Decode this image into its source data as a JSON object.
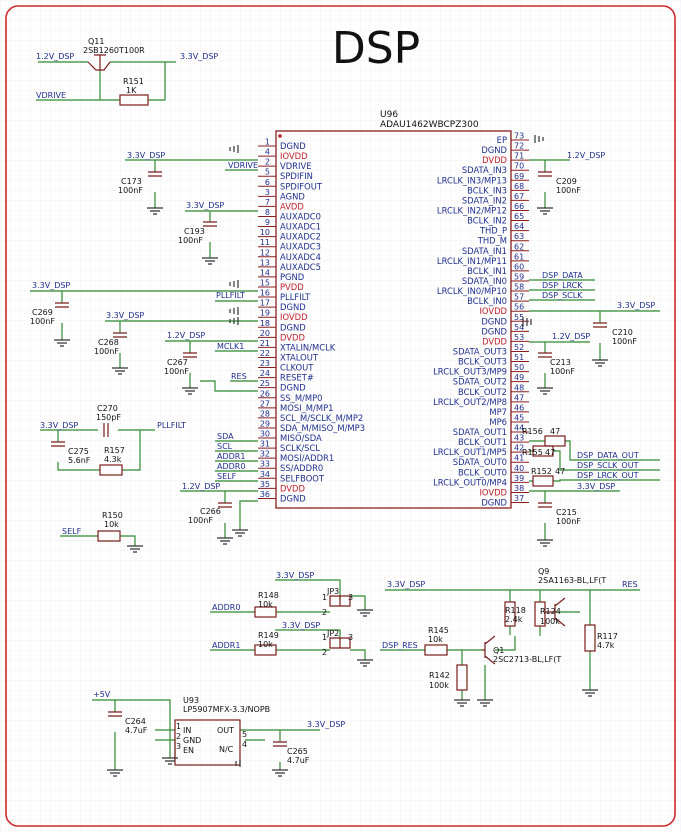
{
  "title": "DSP",
  "colors": {
    "background": "#ffffff",
    "grid": "#e3e3ea",
    "frame": "#cc2a2a",
    "wire": "#2f8a2f",
    "body": "#8a1e1e",
    "pin_text": "#1f2f8f",
    "power_pin_text": "#c0202a",
    "pin_number": "#1f2f8f",
    "label": "#1f2f8f",
    "comp_text": "#111111"
  },
  "u96": {
    "ref": "U96",
    "part": "ADAU1462WBCPZ300",
    "left_pins": [
      {
        "num": "1",
        "name": "DGND",
        "type": "io"
      },
      {
        "num": "4",
        "name": "IOVDD",
        "type": "power"
      },
      {
        "num": "2",
        "name": "VDRIVE",
        "type": "io"
      },
      {
        "num": "5",
        "name": "SPDIFIN",
        "type": "io"
      },
      {
        "num": "6",
        "name": "SPDIFOUT",
        "type": "io"
      },
      {
        "num": "3",
        "name": "AGND",
        "type": "io"
      },
      {
        "num": "7",
        "name": "AVDD",
        "type": "power"
      },
      {
        "num": "8",
        "name": "AUXADC0",
        "type": "io"
      },
      {
        "num": "9",
        "name": "AUXADC1",
        "type": "io"
      },
      {
        "num": "10",
        "name": "AUXADC2",
        "type": "io"
      },
      {
        "num": "11",
        "name": "AUXADC3",
        "type": "io"
      },
      {
        "num": "12",
        "name": "AUXADC4",
        "type": "io"
      },
      {
        "num": "13",
        "name": "AUXADC5",
        "type": "io"
      },
      {
        "num": "14",
        "name": "PGND",
        "type": "io"
      },
      {
        "num": "15",
        "name": "PVDD",
        "type": "power"
      },
      {
        "num": "16",
        "name": "PLLFILT",
        "type": "io"
      },
      {
        "num": "17",
        "name": "DGND",
        "type": "io"
      },
      {
        "num": "19",
        "name": "IOVDD",
        "type": "power"
      },
      {
        "num": "18",
        "name": "DGND",
        "type": "io"
      },
      {
        "num": "20",
        "name": "DVDD",
        "type": "power"
      },
      {
        "num": "21",
        "name": "XTALIN/MCLK",
        "type": "io"
      },
      {
        "num": "22",
        "name": "XTALOUT",
        "type": "io"
      },
      {
        "num": "23",
        "name": "CLKOUT",
        "type": "io"
      },
      {
        "num": "24",
        "name": "RESET#",
        "type": "io"
      },
      {
        "num": "25",
        "name": "DGND",
        "type": "io"
      },
      {
        "num": "26",
        "name": "SS_M/MP0",
        "type": "io"
      },
      {
        "num": "27",
        "name": "MOSI_M/MP1",
        "type": "io"
      },
      {
        "num": "28",
        "name": "SCL_M/SCLK_M/MP2",
        "type": "io"
      },
      {
        "num": "29",
        "name": "SDA_M/MISO_M/MP3",
        "type": "io"
      },
      {
        "num": "30",
        "name": "MISO/SDA",
        "type": "io"
      },
      {
        "num": "31",
        "name": "SCLK/SCL",
        "type": "io"
      },
      {
        "num": "32",
        "name": "MOSI/ADDR1",
        "type": "io"
      },
      {
        "num": "33",
        "name": "SS/ADDR0",
        "type": "io"
      },
      {
        "num": "34",
        "name": "SELFBOOT",
        "type": "io"
      },
      {
        "num": "35",
        "name": "DVDD",
        "type": "power"
      },
      {
        "num": "36",
        "name": "DGND",
        "type": "io"
      }
    ],
    "right_pins": [
      {
        "num": "73",
        "name": "EP",
        "type": "io"
      },
      {
        "num": "72",
        "name": "DGND",
        "type": "io"
      },
      {
        "num": "71",
        "name": "DVDD",
        "type": "power"
      },
      {
        "num": "70",
        "name": "SDATA_IN3",
        "type": "io"
      },
      {
        "num": "69",
        "name": "LRCLK_IN3/MP13",
        "type": "io"
      },
      {
        "num": "68",
        "name": "BCLK_IN3",
        "type": "io"
      },
      {
        "num": "67",
        "name": "SDATA_IN2",
        "type": "io"
      },
      {
        "num": "66",
        "name": "LRCLK_IN2/MP12",
        "type": "io"
      },
      {
        "num": "65",
        "name": "BCLK_IN2",
        "type": "io"
      },
      {
        "num": "64",
        "name": "THD_P",
        "type": "io"
      },
      {
        "num": "63",
        "name": "THD_M",
        "type": "io"
      },
      {
        "num": "62",
        "name": "SDATA_IN1",
        "type": "io"
      },
      {
        "num": "61",
        "name": "LRCLK_IN1/MP11",
        "type": "io"
      },
      {
        "num": "60",
        "name": "BCLK_IN1",
        "type": "io"
      },
      {
        "num": "59",
        "name": "SDATA_IN0",
        "type": "io"
      },
      {
        "num": "58",
        "name": "LRCLK_IN0/MP10",
        "type": "io"
      },
      {
        "num": "57",
        "name": "BCLK_IN0",
        "type": "io"
      },
      {
        "num": "56",
        "name": "IOVDD",
        "type": "power"
      },
      {
        "num": "55",
        "name": "DGND",
        "type": "io"
      },
      {
        "num": "54",
        "name": "DGND",
        "type": "io"
      },
      {
        "num": "53",
        "name": "DVDD",
        "type": "power"
      },
      {
        "num": "52",
        "name": "SDATA_OUT3",
        "type": "io"
      },
      {
        "num": "51",
        "name": "BCLK_OUT3",
        "type": "io"
      },
      {
        "num": "50",
        "name": "LRCLK_OUT3/MP9",
        "type": "io"
      },
      {
        "num": "49",
        "name": "SDATA_OUT2",
        "type": "io"
      },
      {
        "num": "48",
        "name": "BCLK_OUT2",
        "type": "io"
      },
      {
        "num": "47",
        "name": "LRCLK_OUT2/MP8",
        "type": "io"
      },
      {
        "num": "46",
        "name": "MP7",
        "type": "io"
      },
      {
        "num": "45",
        "name": "MP6",
        "type": "io"
      },
      {
        "num": "44",
        "name": "SDATA_OUT1",
        "type": "io"
      },
      {
        "num": "43",
        "name": "BCLK_OUT1",
        "type": "io"
      },
      {
        "num": "42",
        "name": "LRCLK_OUT1/MP5",
        "type": "io"
      },
      {
        "num": "41",
        "name": "SDATA_OUT0",
        "type": "io"
      },
      {
        "num": "40",
        "name": "BCLK_OUT0",
        "type": "io"
      },
      {
        "num": "39",
        "name": "LRCLK_OUT0/MP4",
        "type": "io"
      },
      {
        "num": "38",
        "name": "IOVDD",
        "type": "power"
      },
      {
        "num": "37",
        "name": "DGND",
        "type": "io"
      }
    ]
  },
  "parts": {
    "q11_ref": "Q11",
    "q11_part": "2SB1260T100R",
    "r151_ref": "R151",
    "r151_val": "1K",
    "c173_ref": "C173",
    "c173_val": "100nF",
    "c193_ref": "C193",
    "c193_val": "100nF",
    "c269_ref": "C269",
    "c269_val": "100nF",
    "c268_ref": "C268",
    "c268_val": "100nF",
    "c267_ref": "C267",
    "c267_val": "100nF",
    "c270_ref": "C270",
    "c270_val": "150pF",
    "c275_ref": "C275",
    "c275_val": "5.6nF",
    "r157_ref": "R157",
    "r157_val": "4.3k",
    "c266_ref": "C266",
    "c266_val": "100nF",
    "r150_ref": "R150",
    "r150_val": "10k",
    "c209_ref": "C209",
    "c209_val": "100nF",
    "c210_ref": "C210",
    "c210_val": "100nF",
    "c213_ref": "C213",
    "c213_val": "100nF",
    "r156_ref": "R156",
    "r156_val": "47",
    "r155_ref": "R155",
    "r155_val": "47",
    "r152_ref": "R152",
    "r152_val": "47",
    "c215_ref": "C215",
    "c215_val": "100nF",
    "r148_ref": "R148",
    "r148_val": "10k",
    "r149_ref": "R149",
    "r149_val": "10k",
    "jp3_ref": "JP3",
    "jp2_ref": "JP2",
    "jp_pin1": "1",
    "jp_pin2": "2",
    "jp_pin3": "3",
    "q9_ref": "Q9",
    "q9_part": "2SA1163-BL,LF(T",
    "r118_ref": "R118",
    "r118_val": "2.4k",
    "r124_ref": "R124",
    "r124_val": "100k",
    "r117_ref": "R117",
    "r117_val": "4.7k",
    "r145_ref": "R145",
    "r145_val": "10k",
    "q1_ref": "Q1",
    "q1_part": "2SC2713-BL,LF(T",
    "r142_ref": "R142",
    "r142_val": "100k",
    "u93_ref": "U93",
    "u93_part": "LP5907MFX-3.3/NOPB",
    "u93_pin_in": "IN",
    "u93_pin_gnd": "GND",
    "u93_pin_en": "EN",
    "u93_pin_out": "OUT",
    "u93_pin_nc": "N/C",
    "u93_num_1": "1",
    "u93_num_2": "2",
    "u93_num_3": "3",
    "u93_num_4": "4",
    "u93_num_5": "5",
    "c264_ref": "C264",
    "c264_val": "4.7uF",
    "c265_ref": "C265",
    "c265_val": "4.7uF"
  },
  "nets": {
    "v12": "1.2V_DSP",
    "v33": "3.3V_DSP",
    "v5": "+5V",
    "vdrive": "VDRIVE",
    "pllfilt": "PLLFILT",
    "mclk1": "MCLK1",
    "res": "RES",
    "sda": "SDA",
    "scl": "SCL",
    "addr1": "ADDR1",
    "addr0": "ADDR0",
    "self": "SELF",
    "dsp_data": "DSP_DATA",
    "dsp_lrck": "DSP_LRCK",
    "dsp_sclk": "DSP_SCLK",
    "dsp_data_out": "DSP_DATA_OUT",
    "dsp_sclk_out": "DSP_SCLK_OUT",
    "dsp_lrck_out": "DSP_LRCK_OUT",
    "dsp_res": "DSP_RES"
  }
}
